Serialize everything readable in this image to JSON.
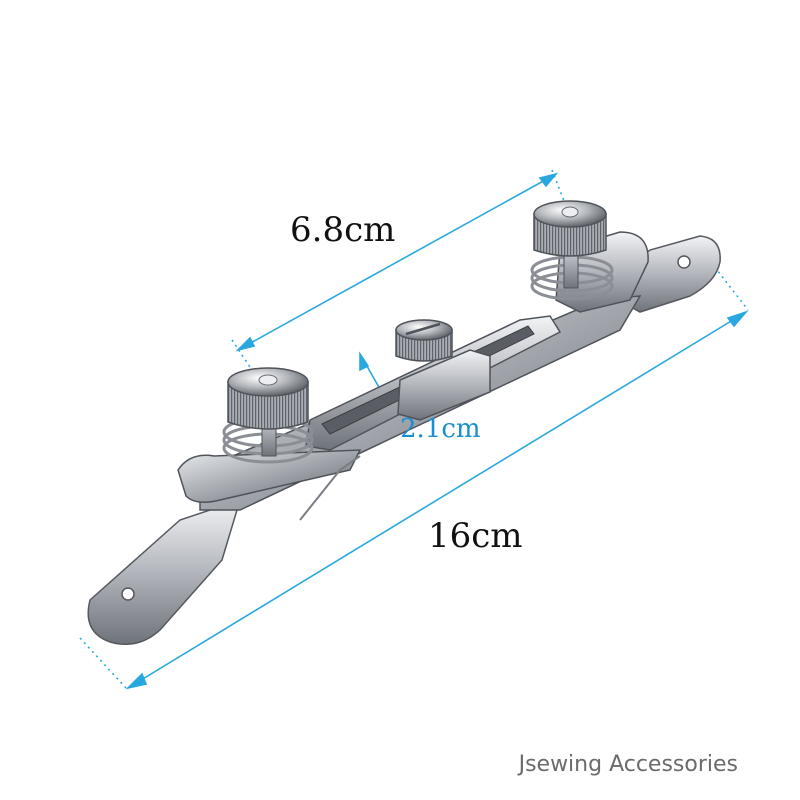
{
  "image": {
    "subject": "sewing-machine-adjustable-guide-attachment",
    "background_color": "#ffffff",
    "metal_color": "#b9bcc2",
    "dimension_line_color": "#29a8df"
  },
  "dimensions": {
    "total_length": "16cm",
    "slot_length": "6.8cm",
    "width": "2.1cm"
  },
  "watermark": {
    "text": "Jsewing Accessories"
  }
}
